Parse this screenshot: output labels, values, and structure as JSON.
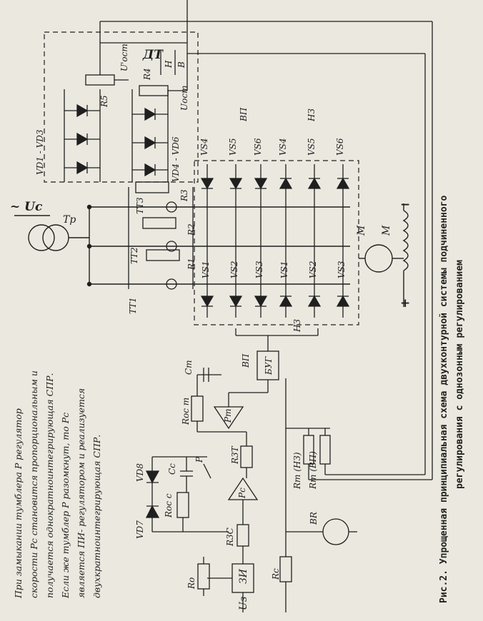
{
  "figure": {
    "caption_line1": "Рис.2. Упрощенная принципиальная схема двухконтурной системы подчиненного",
    "caption_line2": "регулирования с однозонным регулированием",
    "note_lines": [
      "При замыкании тумблера Р регулятор",
      "скорости Рс становится пропорциональным и",
      "получается однократноинтегрирующая СПР.",
      "Если же тумблер Р разомкнут, то Рс",
      "является ПИ- регулятором и реализуется",
      "двухкратноинтегрирующая СПР."
    ]
  },
  "labels": {
    "supply": "~ Uc",
    "tp": "Тр",
    "dt": "ДТ",
    "uoct_prime": "U'ост",
    "uoct": "Uост",
    "vd13": "VD1 - VD3",
    "vd46": "VD4 - VD6",
    "r5": "R5",
    "r4": "R4",
    "r3": "R3",
    "r2": "R2",
    "r1": "R1",
    "n": "Н",
    "b": "В",
    "tt1": "ТТ1",
    "tt2": "ТТ2",
    "tt3": "ТТ3",
    "vp": "ВП",
    "nz": "НЗ",
    "vs1": "VS1",
    "vs2": "VS2",
    "vs3": "VS3",
    "vs4": "VS4",
    "vs5": "VS5",
    "vs6": "VS6",
    "m": "М",
    "plus": "+",
    "minus": "−",
    "vp2": "ВП",
    "nz2": "НЗ",
    "bug": "БУГ",
    "pt": "Рт",
    "pc": "Рс",
    "roc_t": "Rос т",
    "c_t": "Cт",
    "r_3t": "R3Т",
    "rt_nz": "Rт (НЗ)",
    "rt_vp": "Rт (ВП)",
    "vd7": "VD7",
    "vd8": "VD8",
    "cc": "Cс",
    "p": "Р",
    "roc_c": "Rос с",
    "r3c": "R3С",
    "br": "BR",
    "rc": "Rс",
    "zi": "ЗИ",
    "ro": "Rо",
    "u3": "Uз"
  }
}
